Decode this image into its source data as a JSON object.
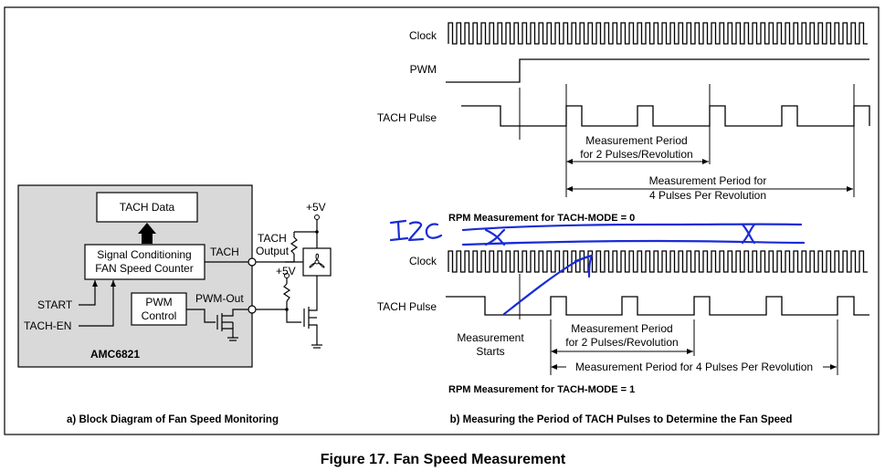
{
  "figure": {
    "caption": "Figure 17. Fan Speed Measurement",
    "caption_a": "a) Block Diagram of Fan Speed Monitoring",
    "caption_b": "b) Measuring the Period of TACH Pulses to Determine the Fan Speed"
  },
  "block_diagram": {
    "chip_name": "AMC6821",
    "tach_data": "TACH Data",
    "signal_cond_line1": "Signal Conditioning",
    "signal_cond_line2": "FAN Speed Counter",
    "pwm_line1": "PWM",
    "pwm_line2": "Control",
    "start_label": "START",
    "tach_en_label": "TACH-EN",
    "tach_pin_label": "TACH",
    "pwm_out_label": "PWM-Out",
    "tach_output_line1": "TACH",
    "tach_output_line2": "Output",
    "vcc_top": "+5V",
    "vcc_mid": "+5V"
  },
  "timing_mode0": {
    "clock_label": "Clock",
    "pwm_label": "PWM",
    "tach_label": "TACH Pulse",
    "period2_line1": "Measurement Period",
    "period2_line2": "for 2 Pulses/Revolution",
    "period4_line1": "Measurement Period for",
    "period4_line2": "4 Pulses Per Revolution",
    "title": "RPM Measurement for TACH-MODE = 0"
  },
  "timing_mode1": {
    "clock_label": "Clock",
    "tach_label": "TACH Pulse",
    "starts_line1": "Measurement",
    "starts_line2": "Starts",
    "period2_line1": "Measurement Period",
    "period2_line2": "for 2 Pulses/Revolution",
    "period4": "Measurement Period for 4 Pulses Per Revolution",
    "title": "RPM Measurement for TACH-MODE = 1"
  },
  "annotation": {
    "handwritten": "I2C",
    "ink_color": "#1a2bd6"
  }
}
